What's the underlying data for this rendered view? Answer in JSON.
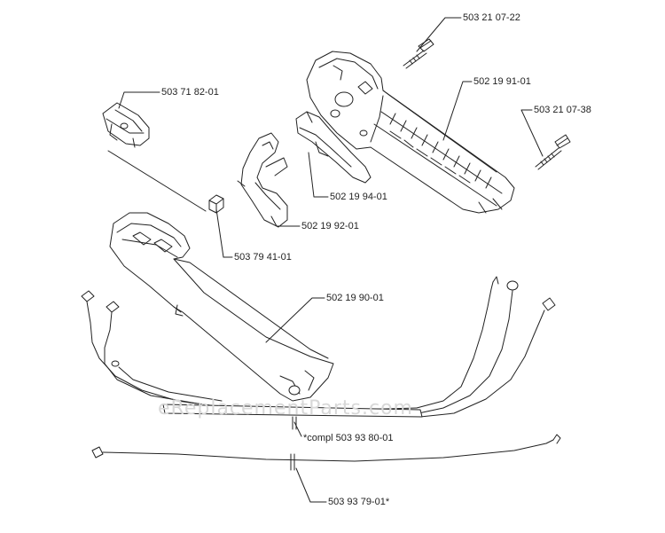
{
  "watermark": "eReplacementParts.com",
  "parts": [
    {
      "id": "p1",
      "number": "503 21 07-22"
    },
    {
      "id": "p2",
      "number": "502 19 91-01"
    },
    {
      "id": "p3",
      "number": "503 21 07-38"
    },
    {
      "id": "p4",
      "number": "503 71 82-01"
    },
    {
      "id": "p5",
      "number": "502 19 94-01"
    },
    {
      "id": "p6",
      "number": "502 19 92-01"
    },
    {
      "id": "p7",
      "number": "503 79 41-01"
    },
    {
      "id": "p8",
      "number": "502 19 90-01"
    },
    {
      "id": "p9",
      "number": "*compl 503 93 80-01"
    },
    {
      "id": "p10",
      "number": "503 93 79-01*"
    }
  ],
  "colors": {
    "line": "#222222",
    "background": "#ffffff",
    "watermark": "#d8d8d8"
  }
}
